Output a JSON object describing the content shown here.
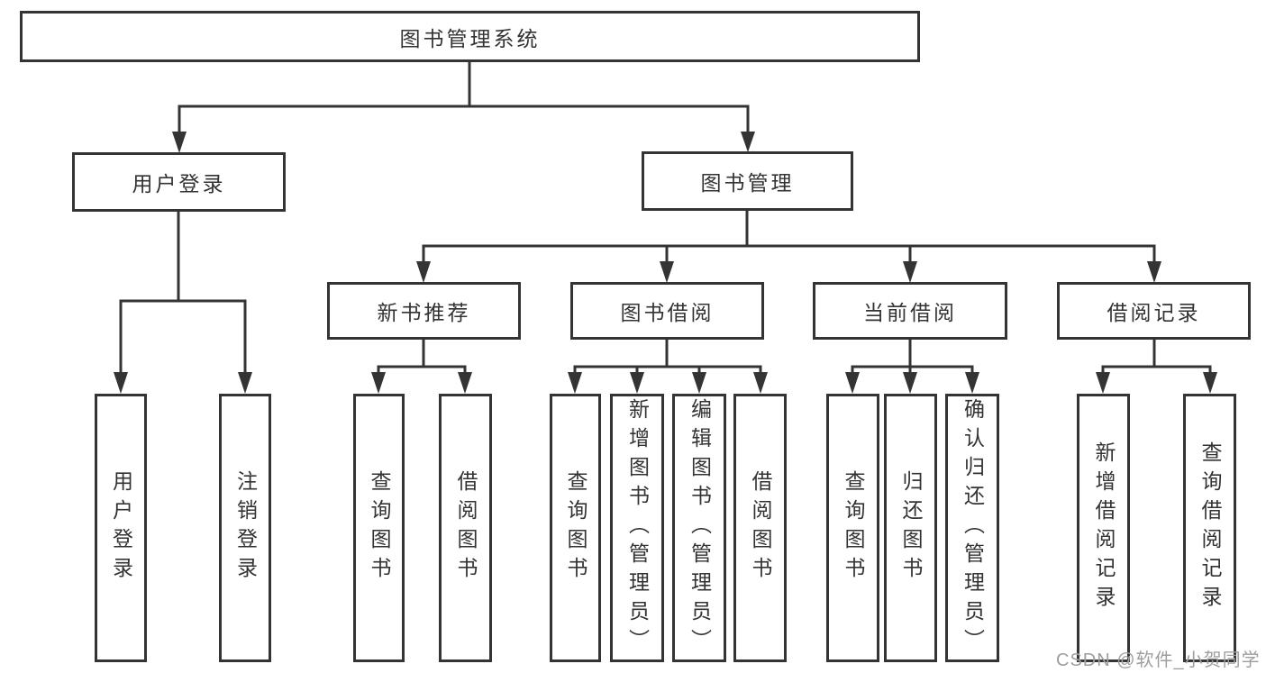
{
  "diagram": {
    "title": "图书管理系统",
    "level2": [
      {
        "id": "user-login",
        "label": "用户登录",
        "parent": "图书管理系统"
      },
      {
        "id": "book-management",
        "label": "图书管理",
        "parent": "图书管理系统"
      }
    ],
    "level3": [
      {
        "id": "new-book-recommendation",
        "label": "新书推荐",
        "parent": "图书管理"
      },
      {
        "id": "book-borrowing",
        "label": "图书借阅",
        "parent": "图书管理"
      },
      {
        "id": "current-borrowing",
        "label": "当前借阅",
        "parent": "图书管理"
      },
      {
        "id": "borrowing-records",
        "label": "借阅记录",
        "parent": "图书管理"
      }
    ],
    "leaves": [
      {
        "id": "leaf-user-login",
        "label": "用户登录",
        "parent": "用户登录"
      },
      {
        "id": "leaf-logout",
        "label": "注销登录",
        "parent": "用户登录"
      },
      {
        "id": "leaf-query-books-recommend",
        "label": "查询图书",
        "parent": "新书推荐"
      },
      {
        "id": "leaf-borrow-books-recommend",
        "label": "借阅图书",
        "parent": "新书推荐"
      },
      {
        "id": "leaf-query-books-borrowing",
        "label": "查询图书",
        "parent": "图书借阅"
      },
      {
        "id": "leaf-add-books-admin",
        "label": "新增图书（管理员）",
        "parent": "图书借阅"
      },
      {
        "id": "leaf-edit-books-admin",
        "label": "编辑图书（管理员）",
        "parent": "图书借阅"
      },
      {
        "id": "leaf-borrow-books-borrowing",
        "label": "借阅图书",
        "parent": "图书借阅"
      },
      {
        "id": "leaf-query-books-current",
        "label": "查询图书",
        "parent": "当前借阅"
      },
      {
        "id": "leaf-return-books",
        "label": "归还图书",
        "parent": "当前借阅"
      },
      {
        "id": "leaf-confirm-return-admin",
        "label": "确认归还（管理员）",
        "parent": "当前借阅"
      },
      {
        "id": "leaf-add-borrow-record",
        "label": "新增借阅记录",
        "parent": "借阅记录"
      },
      {
        "id": "leaf-query-borrow-record",
        "label": "查询借阅记录",
        "parent": "借阅记录"
      }
    ]
  },
  "watermark": {
    "text": "CSDN @软件_小贺同学"
  },
  "colors": {
    "line": "#343434",
    "box_border": "#343434",
    "text": "#333333",
    "box_background": "#ffffff",
    "page_background": "#ffffff",
    "watermark": "#9e9e9e"
  }
}
